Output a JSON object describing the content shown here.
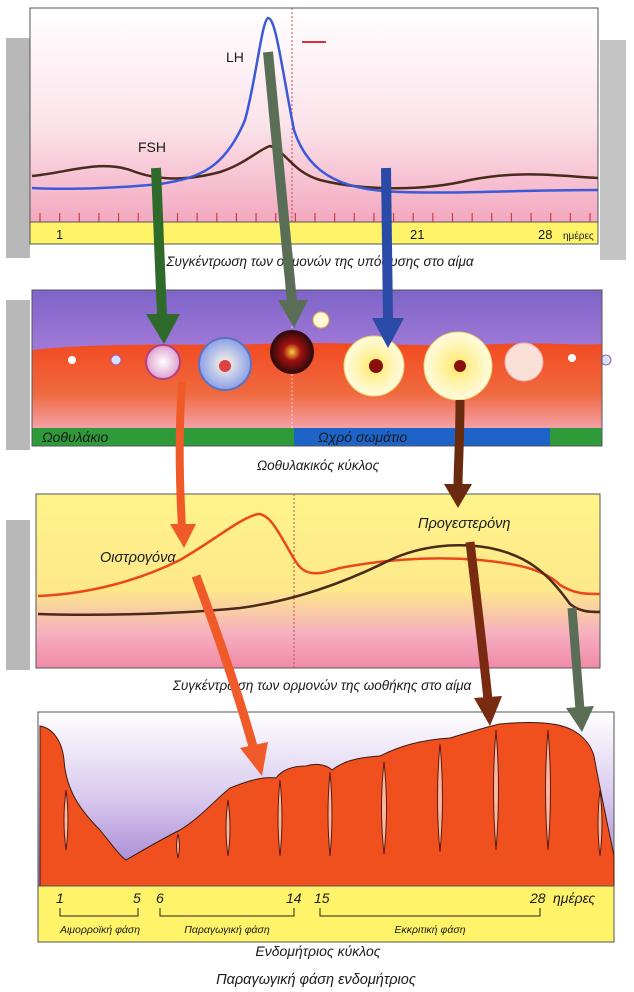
{
  "colors": {
    "fsh_line": "#4a2a1a",
    "lh_line": "#3a5ad8",
    "estrogen_line": "#e8481c",
    "progesterone_line": "#4a2a1a",
    "green_arrow": "#2e6b2a",
    "gray_arrow": "#5a6e55",
    "blue_arrow": "#2a4aa8",
    "orange_arrow": "#f05a28",
    "brown_arrow": "#6a2a10",
    "day_bar": "#fff36a",
    "follicle_band": "#2f9a3a",
    "corpus_band": "#1e64c8",
    "endometrium": "#f0501e"
  },
  "panel1": {
    "fsh_label": "FSH",
    "lh_label": "LH",
    "axis_ticks": [
      "1",
      "21",
      "28"
    ],
    "axis_unit": "ημέρες",
    "caption": "Συγκέντρωση των ορμονών της υπόφυσης στο αίμα"
  },
  "panel2": {
    "follicle_label": "Ωοθυλάκιο",
    "corpus_label": "Ωχρό σωμάτιο",
    "caption": "Ωοθυλακικός κύκλος"
  },
  "panel3": {
    "estrogen_label": "Οιστρογόνα",
    "progesterone_label": "Προγεστερόνη",
    "caption": "Συγκέντρωση των ορμονών της ωοθήκης στο αίμα"
  },
  "panel4": {
    "day_1": "1",
    "day_5": "5",
    "day_6": "6",
    "day_14": "14",
    "day_15": "15",
    "day_28": "28",
    "unit": "ημέρες",
    "phase_menstrual": "Αιμορροϊκή φάση",
    "phase_proliferative": "Παραγωγική φάση",
    "phase_secretory": "Εκκριτική φάση",
    "caption": "Ενδομήτριος κύκλος"
  },
  "figure_caption": "Παραγωγική φάση ενδομήτριος"
}
